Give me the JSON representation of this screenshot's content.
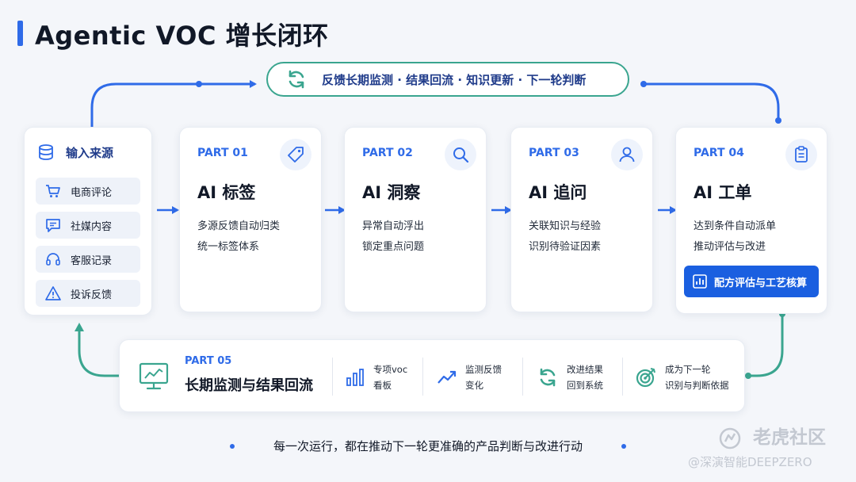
{
  "title": "Agentic VOC 增长闭环",
  "loop_pill": {
    "text": "反馈长期监测 · 结果回流 · 知识更新 · 下一轮判断",
    "icon": "refresh-icon"
  },
  "sources": {
    "label": "输入来源",
    "icon": "database-icon",
    "items": [
      {
        "label": "电商评论",
        "icon": "cart-icon"
      },
      {
        "label": "社媒内容",
        "icon": "chat-icon"
      },
      {
        "label": "客服记录",
        "icon": "headset-icon"
      },
      {
        "label": "投诉反馈",
        "icon": "warning-icon"
      }
    ]
  },
  "parts": [
    {
      "no": "PART 01",
      "title": "AI 标签",
      "lines": [
        "多源反馈自动归类",
        "统一标签体系"
      ],
      "icon": "tag-icon"
    },
    {
      "no": "PART 02",
      "title": "AI 洞察",
      "lines": [
        "异常自动浮出",
        "锁定重点问题"
      ],
      "icon": "search-icon"
    },
    {
      "no": "PART 03",
      "title": "AI 追问",
      "lines": [
        "关联知识与经验",
        "识别待验证因素"
      ],
      "icon": "user-icon"
    },
    {
      "no": "PART 04",
      "title": "AI 工单",
      "lines": [
        "达到条件自动派单",
        "推动评估与改进"
      ],
      "icon": "clipboard-icon",
      "button": "配方评估与工艺核算"
    }
  ],
  "monitor": {
    "no": "PART 05",
    "title": "长期监测与结果回流",
    "icon": "monitor-chart-icon",
    "items": [
      {
        "l1": "专项voc",
        "l2": "看板",
        "icon": "bar-chart-icon"
      },
      {
        "l1": "监测反馈",
        "l2": "变化",
        "icon": "trend-icon"
      },
      {
        "l1": "改进结果",
        "l2": "回到系统",
        "icon": "refresh-icon"
      },
      {
        "l1": "成为下一轮",
        "l2": "识别与判断依据",
        "icon": "target-icon"
      }
    ]
  },
  "footer": "每一次运行，都在推动下一轮更准确的产品判断与改进行动",
  "watermark": {
    "brand": "老虎社区",
    "account": "@深演智能DEEPZERO"
  },
  "colors": {
    "accent_blue": "#2f6be8",
    "teal": "#3aa58f",
    "button_blue": "#1a5fe0"
  }
}
